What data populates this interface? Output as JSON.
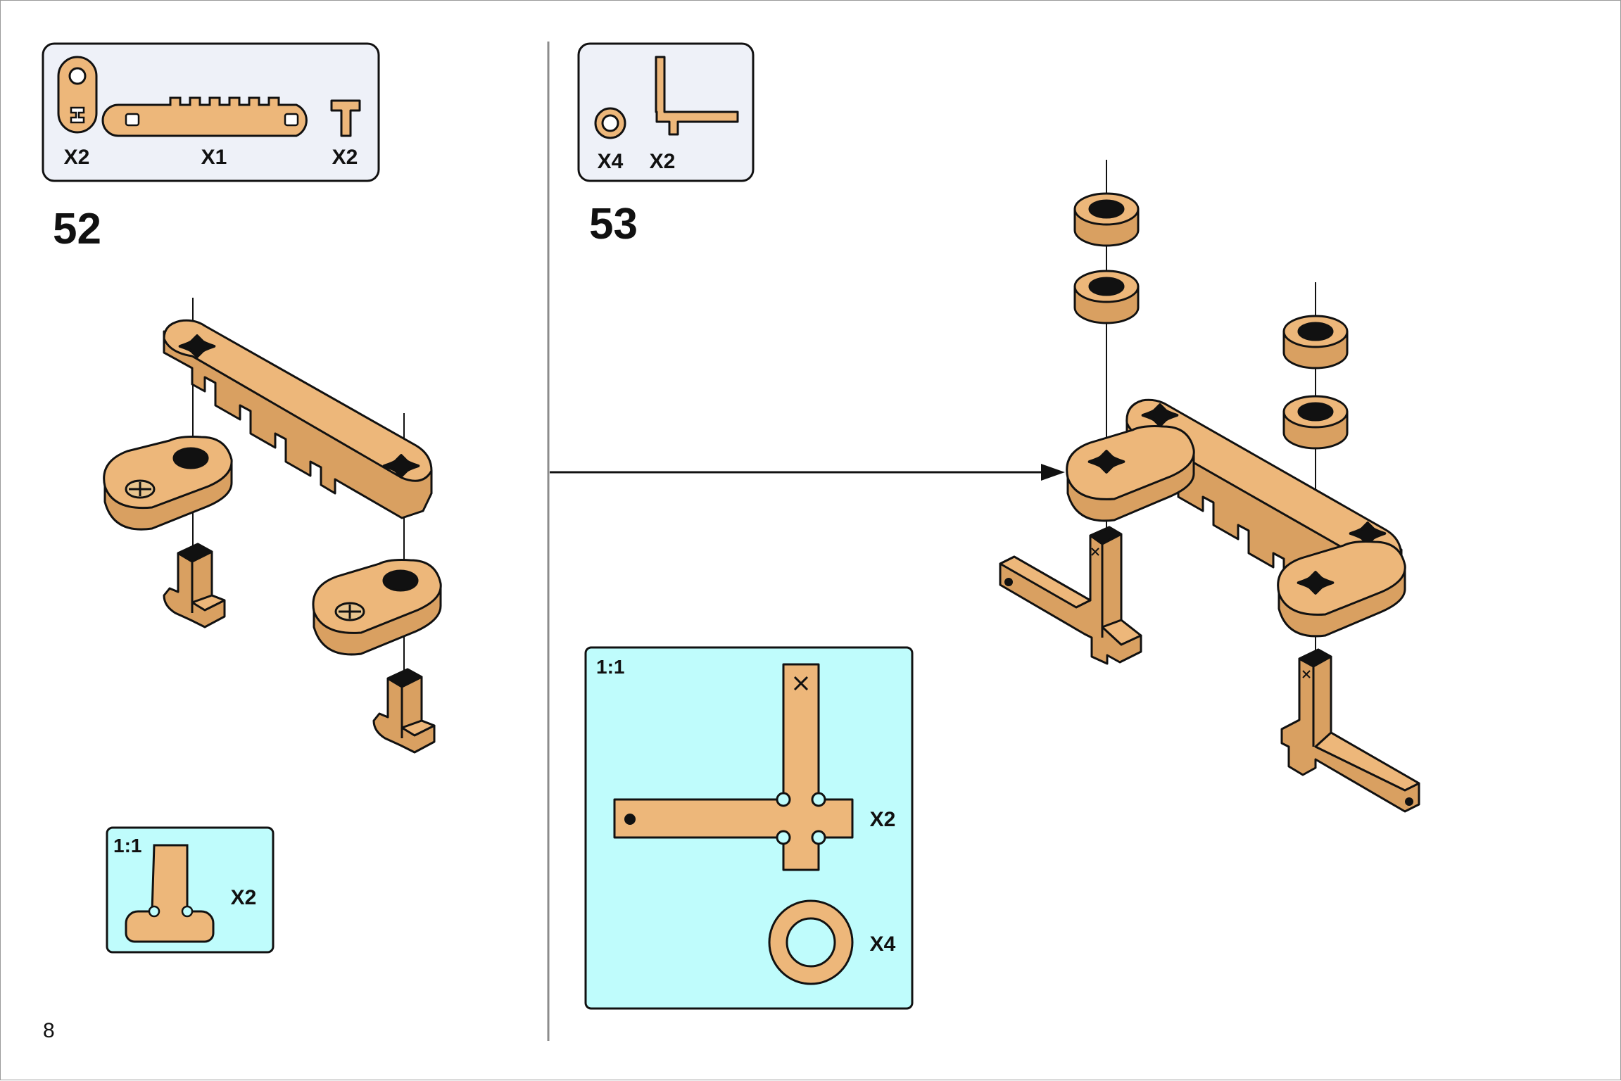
{
  "page": {
    "number": "8"
  },
  "colors": {
    "wood": "#EDB77A",
    "wood_side": "#D9A061",
    "parts_box": "#EEF1F8",
    "scale_box": "#BFFCFC",
    "ink": "#111111"
  },
  "step52": {
    "number": "52",
    "parts": [
      {
        "icon": "link-plate-icon",
        "count": "X2"
      },
      {
        "icon": "gear-rack-icon",
        "count": "X1"
      },
      {
        "icon": "t-connector-icon",
        "count": "X2"
      }
    ],
    "scale_box": {
      "label": "1:1",
      "count": "X2",
      "icon": "t-connector-icon"
    }
  },
  "step53": {
    "number": "53",
    "parts": [
      {
        "icon": "washer-ring-icon",
        "count": "X4"
      },
      {
        "icon": "cross-bracket-icon",
        "count": "X2"
      }
    ],
    "scale_box": {
      "label": "1:1",
      "items": [
        {
          "icon": "cross-bracket-icon",
          "count": "X2"
        },
        {
          "icon": "washer-ring-icon",
          "count": "X4"
        }
      ]
    }
  }
}
